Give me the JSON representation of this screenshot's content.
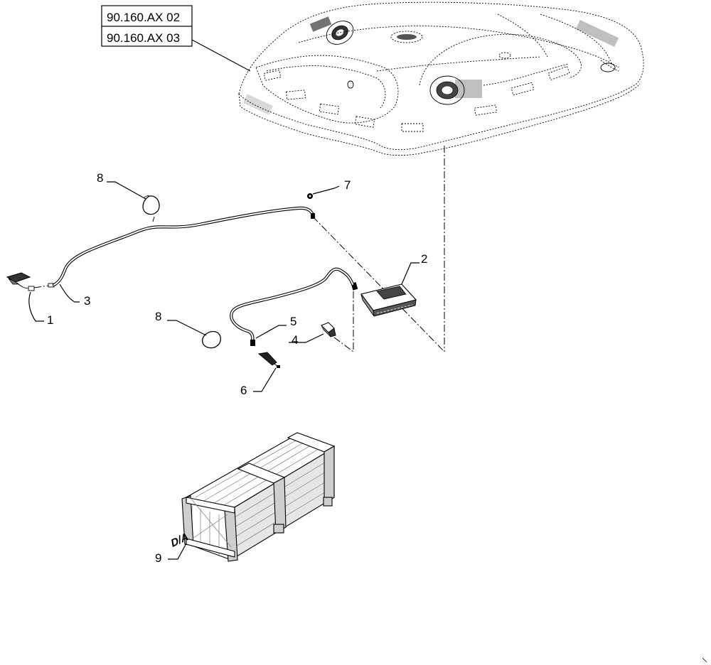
{
  "reference_boxes": [
    "90.160.AX 02",
    "90.160.AX 03"
  ],
  "callouts": {
    "c1": "1",
    "c2": "2",
    "c3": "3",
    "c4": "4",
    "c5": "5",
    "c6": "6",
    "c7": "7",
    "c8a": "8",
    "c8b": "8",
    "c9": "9"
  },
  "crate_stencil": "D/A"
}
